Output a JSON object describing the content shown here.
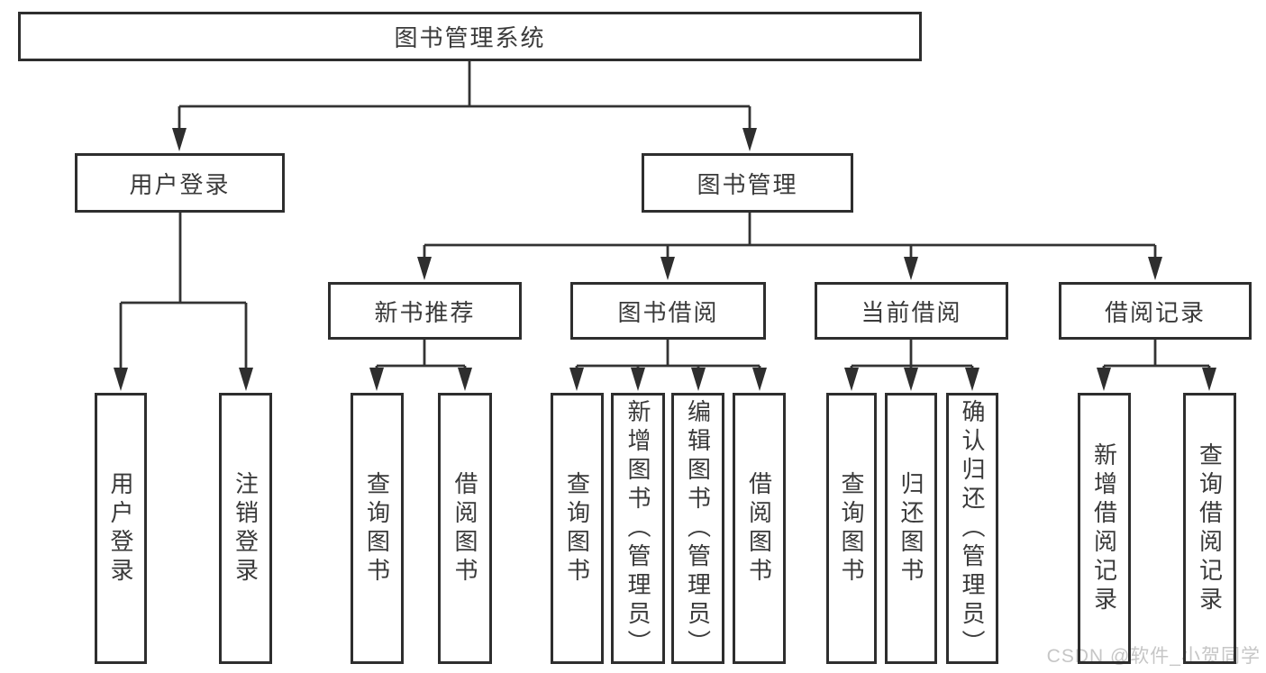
{
  "nodes": {
    "root": "图书管理系统",
    "login": "用户登录",
    "mgmt": "图书管理",
    "login_children": [
      "用户登录",
      "注销登录"
    ],
    "sections": [
      {
        "label": "新书推荐",
        "children": [
          "查询图书",
          "借阅图书"
        ]
      },
      {
        "label": "图书借阅",
        "children": [
          "查询图书",
          "新增图书（管理员）",
          "编辑图书（管理员）",
          "借阅图书"
        ]
      },
      {
        "label": "当前借阅",
        "children": [
          "查询图书",
          "归还图书",
          "确认归还（管理员）"
        ]
      },
      {
        "label": "借阅记录",
        "children": [
          "新增借阅记录",
          "查询借阅记录"
        ]
      }
    ]
  },
  "watermark": "CSDN @软件_小贺同学",
  "colors": {
    "box_border": "#2e2e2e",
    "connector_line": "#333333",
    "text": "#3a3a3a",
    "watermark_text": "#c6c6c6",
    "background": "#ffffff"
  }
}
